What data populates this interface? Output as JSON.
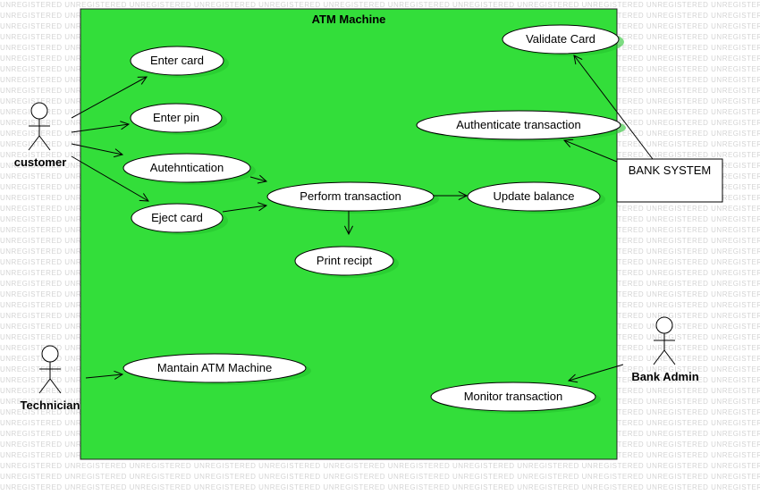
{
  "watermark_text": "UNREGISTERED",
  "colors": {
    "system_fill": "#33de3a",
    "usecase_fill": "#ffffff",
    "line": "#000000"
  },
  "system": {
    "title": "ATM Machine"
  },
  "actors": {
    "customer": "customer",
    "technician": "Technician",
    "bank_admin": "Bank Admin"
  },
  "external": {
    "bank_system": "BANK SYSTEM"
  },
  "usecases": {
    "enter_card": "Enter card",
    "enter_pin": "Enter pin",
    "authentication": "Autehntication",
    "eject_card": "Eject card",
    "perform_transaction": "Perform transaction",
    "update_balance": "Update balance",
    "print_receipt": "Print recipt",
    "validate_card": "Validate Card",
    "authenticate_transaction": "Authenticate transaction",
    "maintain_atm": "Mantain ATM Machine",
    "monitor_transaction": "Monitor transaction"
  }
}
